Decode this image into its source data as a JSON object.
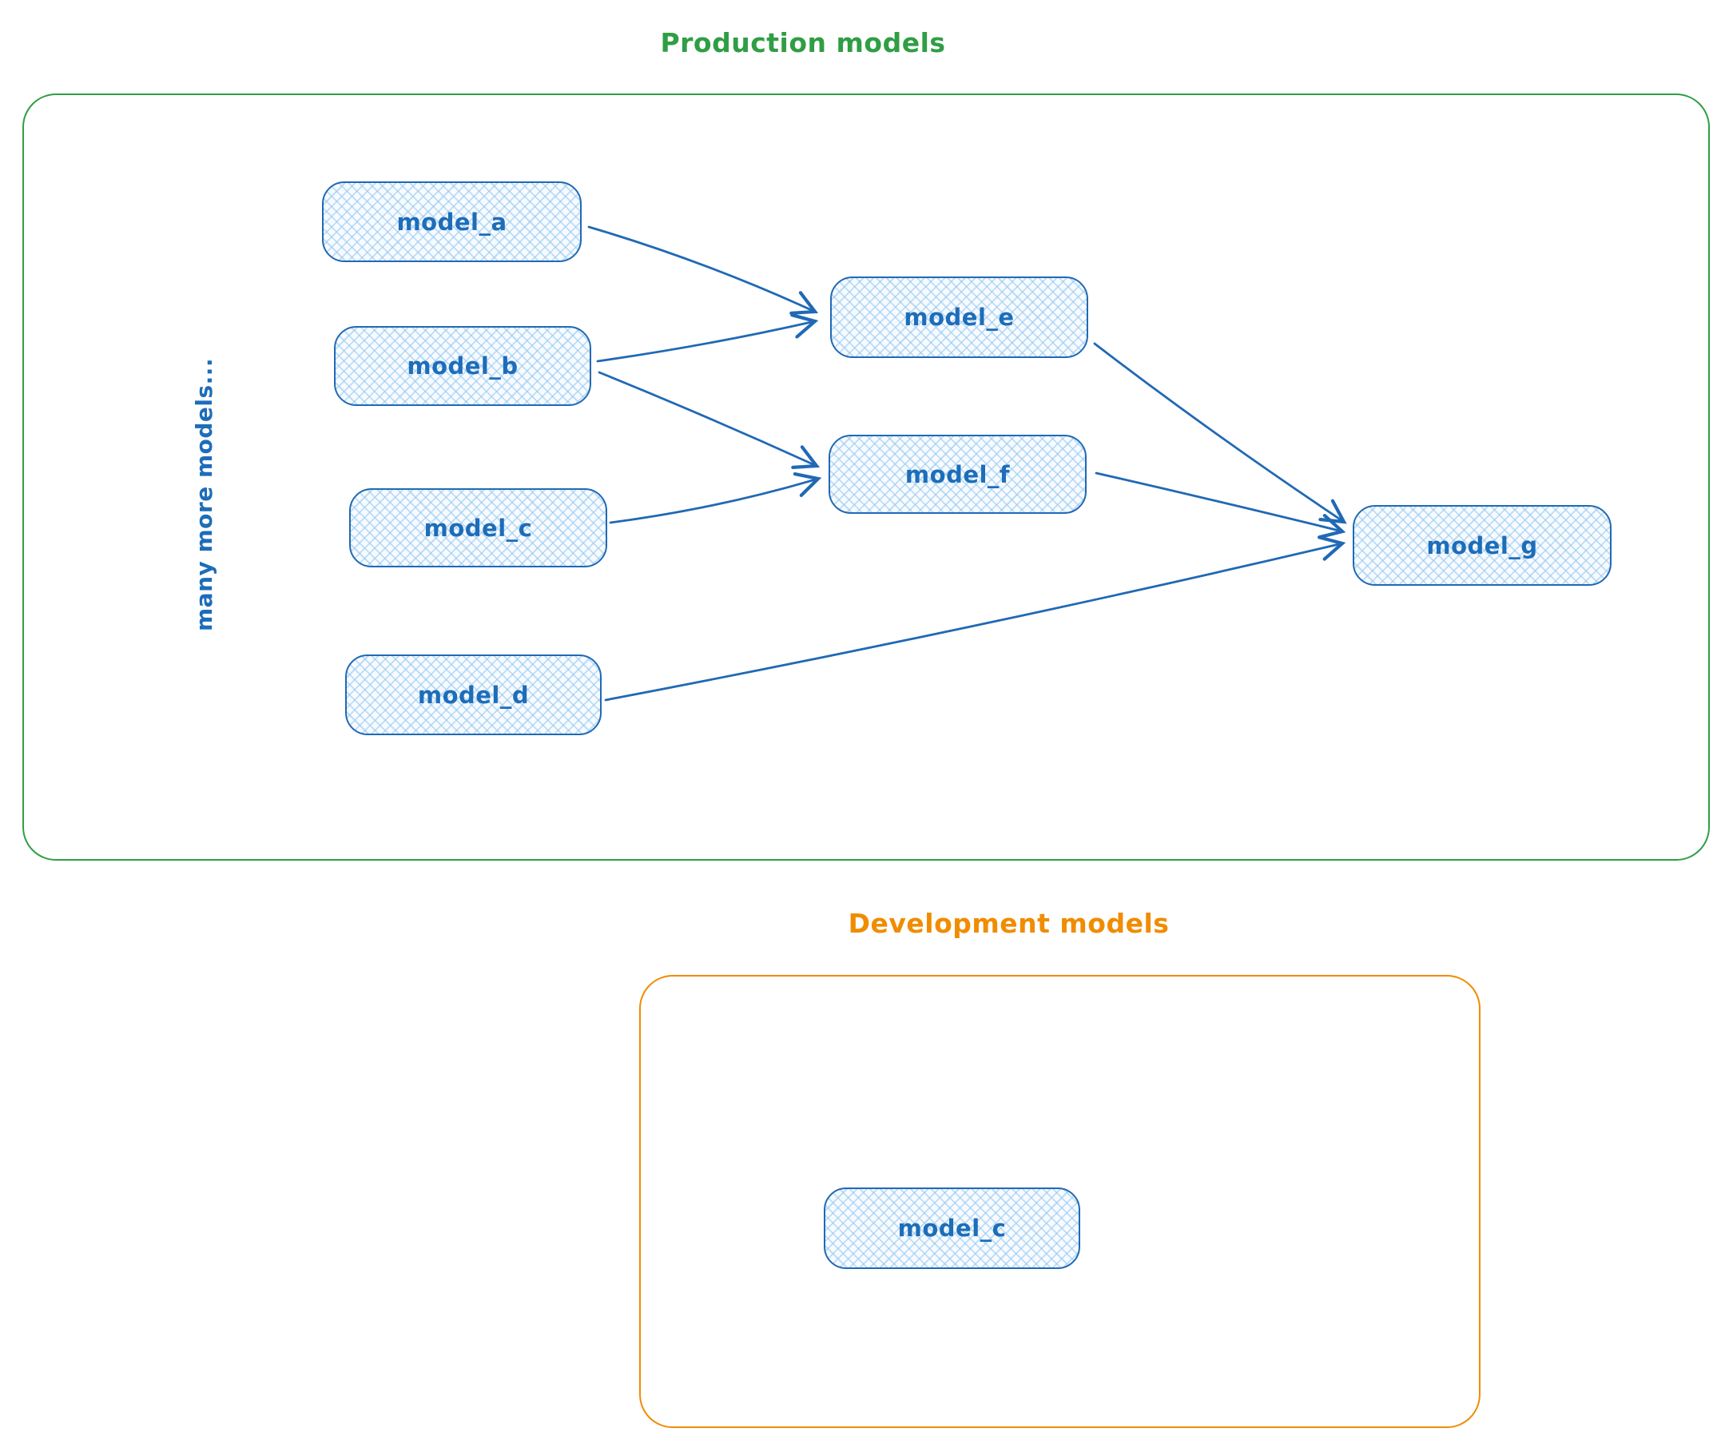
{
  "production": {
    "title": "Production models",
    "side_note": "many more models...",
    "nodes": {
      "model_a": {
        "label": "model_a"
      },
      "model_b": {
        "label": "model_b"
      },
      "model_c": {
        "label": "model_c"
      },
      "model_d": {
        "label": "model_d"
      },
      "model_e": {
        "label": "model_e"
      },
      "model_f": {
        "label": "model_f"
      },
      "model_g": {
        "label": "model_g"
      }
    },
    "edges": [
      {
        "from": "model_a",
        "to": "model_e"
      },
      {
        "from": "model_b",
        "to": "model_e"
      },
      {
        "from": "model_b",
        "to": "model_f"
      },
      {
        "from": "model_c",
        "to": "model_f"
      },
      {
        "from": "model_e",
        "to": "model_g"
      },
      {
        "from": "model_f",
        "to": "model_g"
      },
      {
        "from": "model_d",
        "to": "model_g"
      }
    ]
  },
  "development": {
    "title": "Development models",
    "nodes": {
      "model_c": {
        "label": "model_c"
      }
    }
  },
  "colors": {
    "production_frame": "#2f9e44",
    "development_frame": "#f08c00",
    "node_stroke": "#2069b5",
    "node_text": "#1d6db9",
    "node_fill_hatch": "#a5d8ff"
  }
}
